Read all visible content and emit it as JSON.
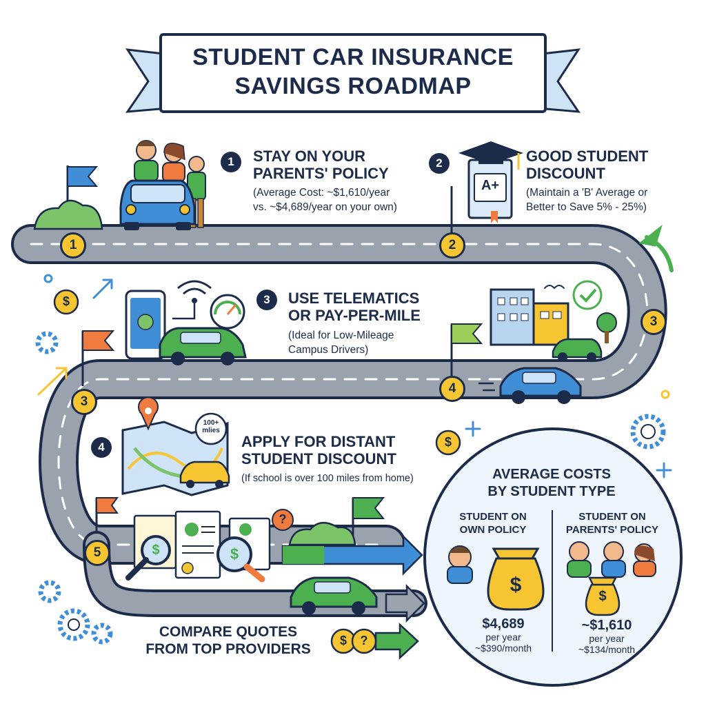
{
  "title": {
    "line1": "STUDENT CAR INSURANCE",
    "line2": "SAVINGS ROADMAP"
  },
  "steps": [
    {
      "number": "1",
      "title1": "STAY ON YOUR",
      "title2": "PARENTS' POLICY",
      "desc1": "(Average Cost: ~$1,610/year",
      "desc2": "vs. ~$4,689/year on your own)"
    },
    {
      "number": "2",
      "title1": "GOOD STUDENT",
      "title2": "DISCOUNT",
      "desc1": "(Maintain a 'B' Average or",
      "desc2": "Better to Save 5% - 25%)"
    },
    {
      "number": "3",
      "title1": "USE TELEMATICS",
      "title2": "OR PAY-PER-MILE",
      "desc1": "(Ideal for Low-Mileage",
      "desc2": "Campus Drivers)"
    },
    {
      "number": "4",
      "title1": "APPLY FOR DISTANT",
      "title2": "STUDENT DISCOUNT",
      "desc1": "(If school is over 100 miles from home)",
      "desc2": ""
    }
  ],
  "final_step": {
    "line1": "COMPARE QUOTES",
    "line2": "FROM TOP PROVIDERS"
  },
  "road_markers": [
    "1",
    "2",
    "3",
    "3",
    "4",
    "5"
  ],
  "icons": {
    "grade_badge": "A+",
    "map_badge_line1": "100+",
    "map_badge_line2": "mlies",
    "question_mark": "?",
    "dollar": "$"
  },
  "panel": {
    "title1": "AVERAGE COSTS",
    "title2": "BY STUDENT TYPE",
    "own": {
      "head1": "STUDENT ON",
      "head2": "OWN POLICY",
      "amount": "$4,689",
      "period": "per year",
      "monthly": "~$390/month"
    },
    "parents": {
      "head1": "STUDENT ON",
      "head2": "PARENTS' POLICY",
      "amount": "~$1,610",
      "period": "per year",
      "monthly": "~$134/month"
    }
  },
  "colors": {
    "navy": "#1c2b4a",
    "road": "#9aa3ad",
    "accent_yellow": "#f6c531",
    "green": "#4caf50",
    "blue": "#3f8ed6",
    "light_blue": "#dcebf8"
  }
}
